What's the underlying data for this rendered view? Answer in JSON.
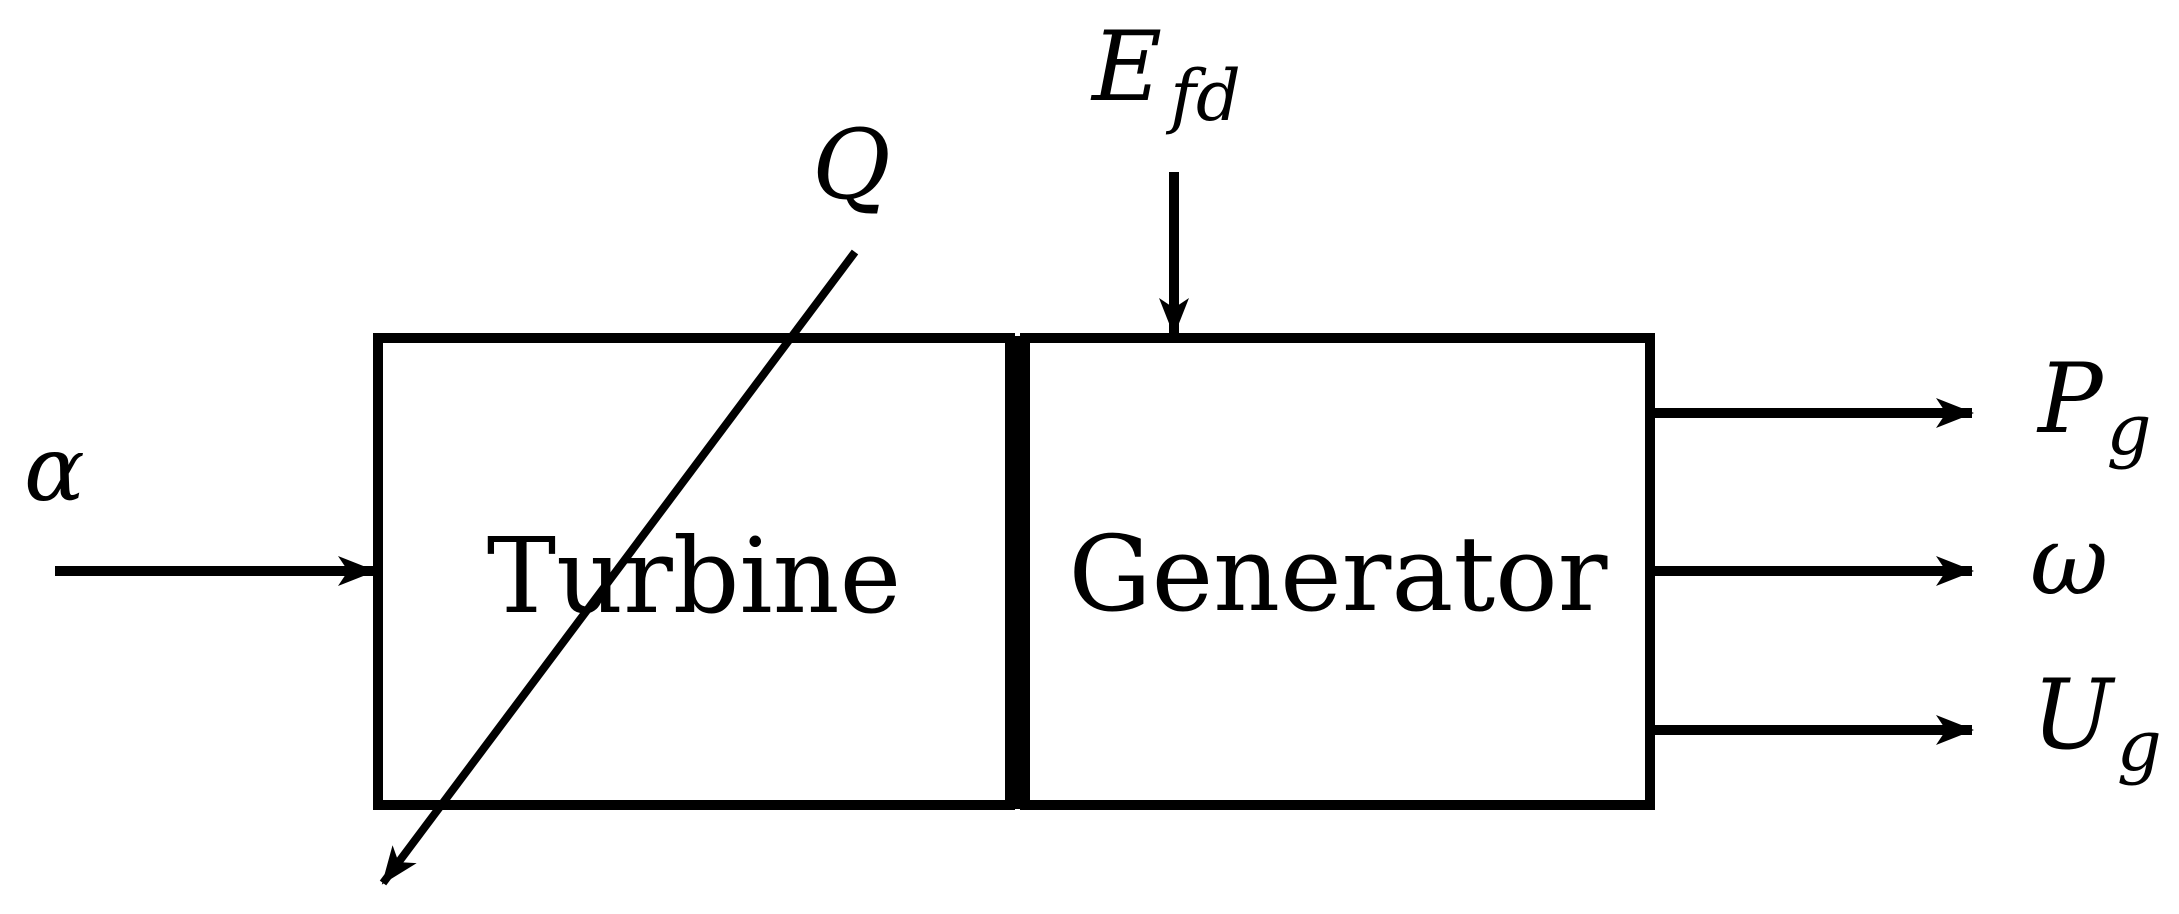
{
  "diagram": {
    "blocks": {
      "turbine": "Turbine",
      "generator": "Generator"
    },
    "inputs": {
      "alpha": {
        "symbol": "α"
      },
      "efd": {
        "base": "E",
        "sub": "fd"
      },
      "q": {
        "symbol": "Q"
      }
    },
    "outputs": {
      "pg": {
        "base": "P",
        "sub": "g"
      },
      "omega": {
        "symbol": "ω"
      },
      "ug": {
        "base": "U",
        "sub": "g"
      }
    }
  },
  "colors": {
    "stroke": "#000000",
    "background": "#ffffff"
  }
}
